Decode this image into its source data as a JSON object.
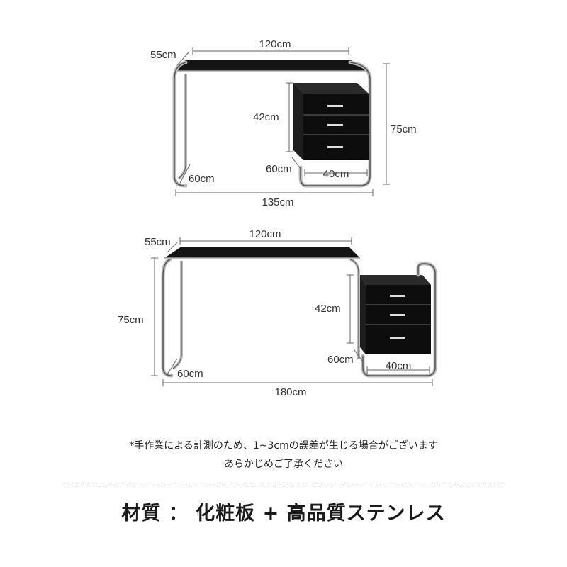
{
  "diagram_top": {
    "width_top": "120cm",
    "depth": "55cm",
    "cabinet_height": "42cm",
    "height": "75cm",
    "leg_depth": "60cm",
    "cabinet_depth": "60cm",
    "cabinet_width": "40cm",
    "total_width": "135cm"
  },
  "diagram_bottom": {
    "width_top": "120cm",
    "depth": "55cm",
    "height": "75cm",
    "cabinet_height": "42cm",
    "leg_depth": "60cm",
    "cabinet_depth": "60cm",
    "cabinet_width": "40cm",
    "total_width": "180cm"
  },
  "note_line1": "*手作業による計測のため、1~3cmの誤差が生じる場合がございます",
  "note_line2": "あらかじめご了承ください",
  "material": "材質 ： 化粧板 + 高品質ステンレス"
}
